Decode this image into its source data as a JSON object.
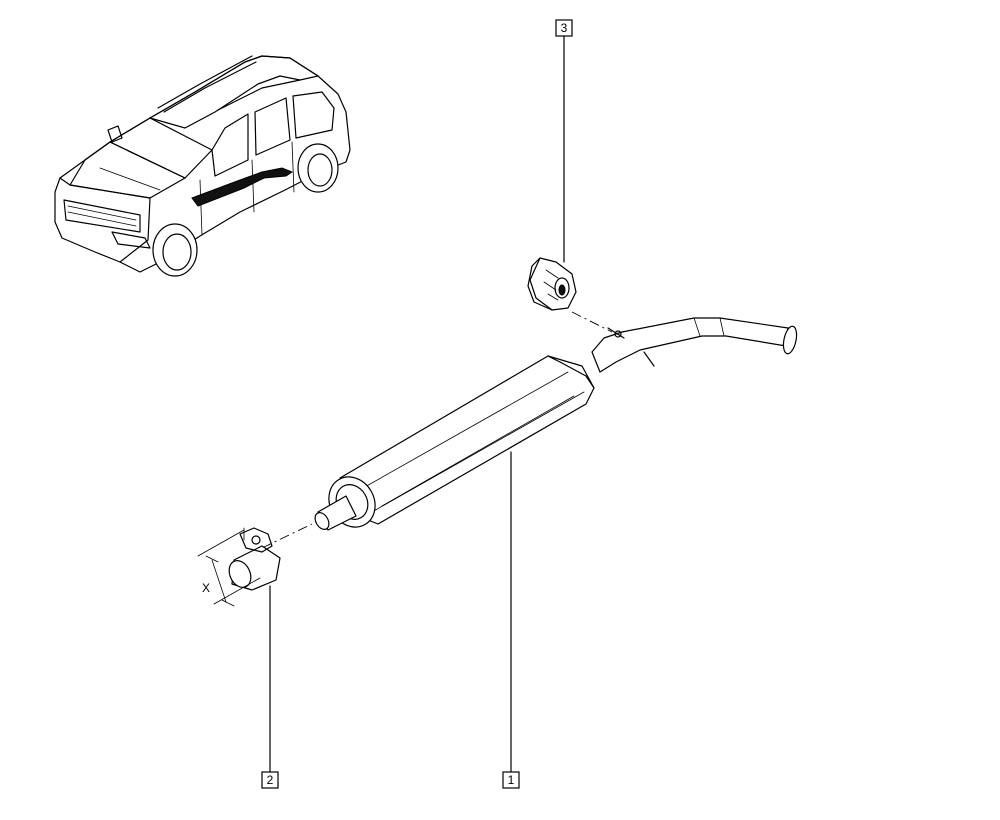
{
  "diagram": {
    "callouts": [
      {
        "id": "1",
        "label": "1",
        "part": "muffler-pipe"
      },
      {
        "id": "2",
        "label": "2",
        "part": "clamp"
      },
      {
        "id": "3",
        "label": "3",
        "part": "rubber-mount"
      }
    ],
    "dimension_label": "X",
    "colors": {
      "line": "#000000",
      "background": "#ffffff",
      "highlight": "#111111"
    }
  }
}
